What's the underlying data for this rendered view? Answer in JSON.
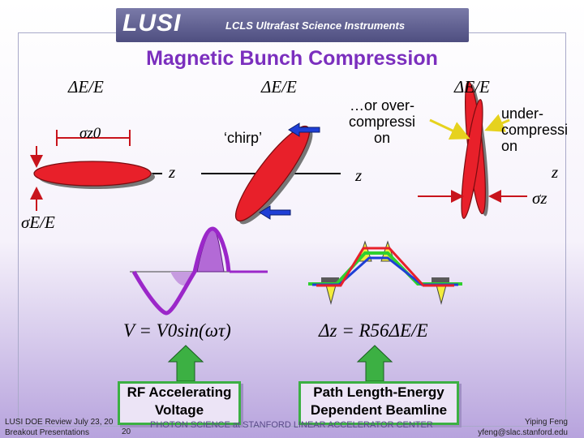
{
  "banner": {
    "logo": "LUSI",
    "subtitle": "LCLS Ultrafast Science Instruments"
  },
  "title": "Magnetic Bunch Compression",
  "labels": {
    "de_e_1": "ΔE/E",
    "de_e_2": "ΔE/E",
    "de_e_3": "ΔE/E",
    "sigma_z0": "σz0",
    "chirp": "‘chirp’",
    "z1": "z",
    "z2": "z",
    "z3": "z",
    "sigma_z": "σz",
    "sigma_e": "σE/E",
    "over_compress": "…or over-\ncompressi\non",
    "under_compress": "under-\ncompressi\non",
    "rf_equation": "V = V0sin(ωτ)",
    "path_equation": "Δz = R56ΔE/E"
  },
  "boxes": {
    "rf": "RF Accelerating\nVoltage",
    "path": "Path Length-Energy\nDependent Beamline"
  },
  "footer": {
    "left_line1": "LUSI DOE Review July 23, 20",
    "left_line2": "Breakout Presentations",
    "page": "20",
    "center": "PHOTON SCIENCE at STANFORD LINEAR ACCELERATOR CENTER",
    "right_line1": "Yiping Feng",
    "right_line2": "yfeng@slac.stanford.edu"
  },
  "colors": {
    "title": "#7b2fbe",
    "bunch": "#e8202a",
    "wave": "#9b27c9",
    "chicane_red": "#e8202a",
    "chicane_blue": "#1f3fd6",
    "chicane_green": "#2fd02f",
    "box_border": "#3cb043"
  }
}
